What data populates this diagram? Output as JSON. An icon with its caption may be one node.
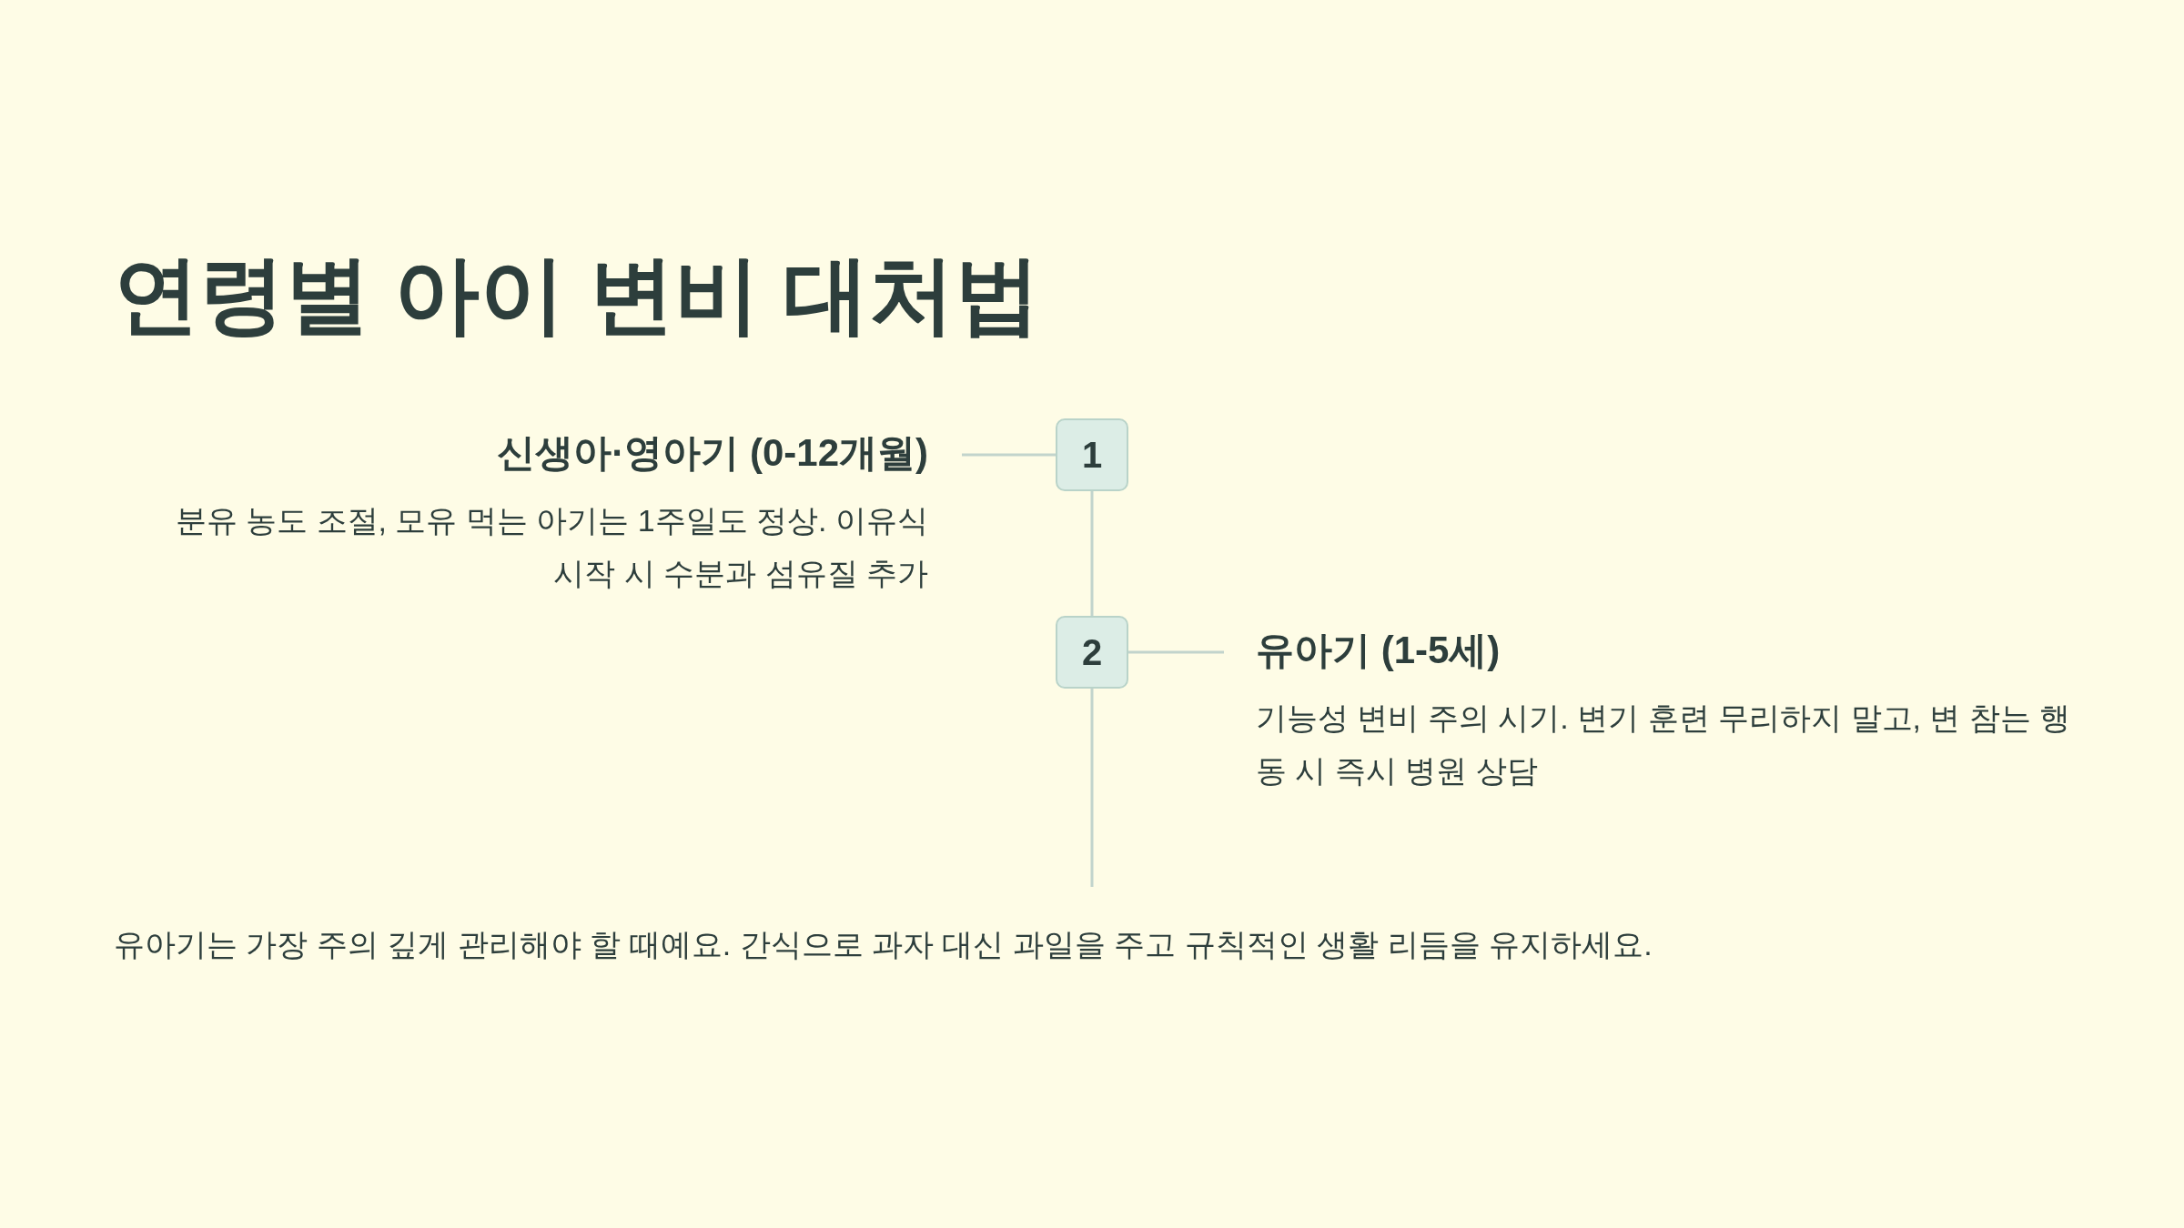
{
  "diagram": {
    "title": "연령별 아이 변비 대처법",
    "nodes": [
      {
        "text": [
          "1"
        ]
      },
      {
        "text": [
          "신생아·영아기 (0-12개월)",
          "분유 농도 조절, 모유 먹는 아기는 1주일도 정상. 이유식 시작 시 수분과 섬유질 추가"
        ]
      },
      {
        "text": [
          "2"
        ]
      },
      {
        "text": [
          "유아기 (1-5세)",
          "기능성 변비 주의 시기. 변기 훈련 무리하지 말고, 변 참는 행동 시 즉시 병원 상담"
        ]
      }
    ],
    "edges": [
      {
        "from": 1,
        "to": 0,
        "arrow": "none"
      },
      {
        "from": 0,
        "to": 2,
        "arrow": "none"
      },
      {
        "from": 2,
        "to": 3,
        "arrow": "none"
      },
      {
        "from": 2,
        "to": null,
        "arrow": "none"
      }
    ],
    "labels": [
      "유아기는 가장 주의 깊게 관리해야 할 때예요. 간식으로 과자 대신 과일을 주고 규칙적인 생활 리듬을 유지하세요."
    ]
  }
}
